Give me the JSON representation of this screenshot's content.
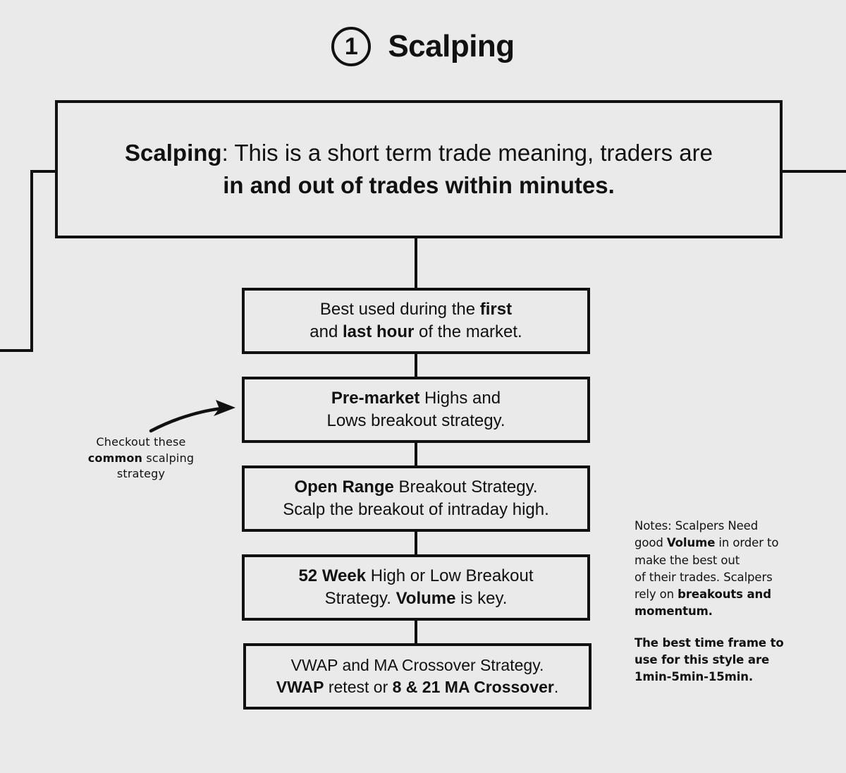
{
  "header": {
    "badge_number": "1",
    "title": "Scalping"
  },
  "definition": {
    "line1_bold": "Scalping",
    "line1_rest": ": This is a short term trade meaning, traders are",
    "line2": "in and out of trades within minutes."
  },
  "steps": [
    {
      "name": "first-and-last-hour",
      "line1_pre": "Best used during the ",
      "line1_bold": "first",
      "line1_post": "",
      "line2_pre": "and ",
      "line2_bold": "last hour",
      "line2_post": " of the market."
    },
    {
      "name": "pre-market-breakout",
      "line1_pre": "",
      "line1_bold": "Pre-market",
      "line1_post": " Highs and",
      "line2_pre": "Lows breakout strategy.",
      "line2_bold": "",
      "line2_post": ""
    },
    {
      "name": "open-range-breakout",
      "line1_pre": "",
      "line1_bold": "Open Range",
      "line1_post": " Breakout Strategy.",
      "line2_pre": "Scalp the breakout of intraday high.",
      "line2_bold": "",
      "line2_post": ""
    },
    {
      "name": "52-week-breakout",
      "line1_pre": "",
      "line1_bold": "52 Week",
      "line1_post": " High or Low Breakout",
      "line2_pre": "Strategy. ",
      "line2_bold": "Volume",
      "line2_post": " is key."
    },
    {
      "name": "vwap-ma-crossover",
      "line1_pre": "VWAP and MA Crossover Strategy.",
      "line1_bold": "",
      "line1_post": "",
      "line2_pre": "",
      "line2_bold": "VWAP",
      "line2_post": " retest or ",
      "line2_bold2": "8 & 21 MA Crossover",
      "line2_post2": "."
    }
  ],
  "callout": {
    "line1": "Checkout these",
    "line2_bold": "common",
    "line2_rest": " scalping",
    "line3": "strategy"
  },
  "notes": {
    "note1": {
      "t1": "Notes: Scalpers Need",
      "t2_pre": "good ",
      "t2_bold": "Volume",
      "t2_post": " in order to",
      "t3": "make the best out",
      "t4": "of their trades. Scalpers",
      "t5_pre": "rely on ",
      "t5_bold": "breakouts and",
      "t6_bold": "momentum."
    },
    "note2": {
      "t1": "The best time frame to",
      "t2": "use for this style are",
      "t3": "1min-5min-15min."
    }
  },
  "colors": {
    "background": "#eaeaea",
    "ink": "#111111"
  }
}
